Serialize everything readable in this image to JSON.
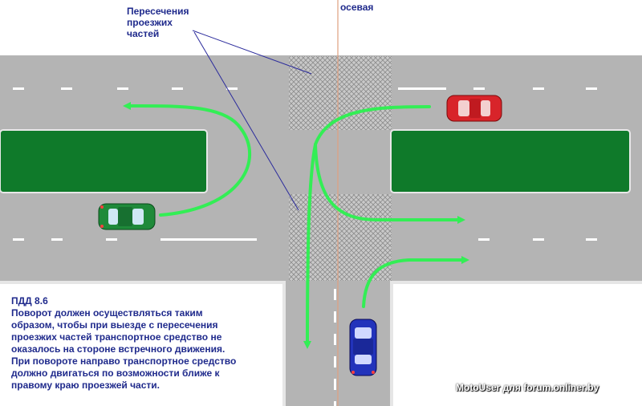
{
  "labels": {
    "axis": "осевая",
    "intersections": [
      "Пересечения",
      "проезжих",
      "частей"
    ]
  },
  "rule": {
    "title": "ПДД 8.6",
    "lines": [
      "Поворот должен осуществляться таким",
      "образом, чтобы при выезде с пересечения",
      "проезжих частей транспортное средство не",
      "оказалось на стороне встречного движения.",
      "При повороте направо транспортное средство",
      "должно двигаться по возможности ближе к",
      "правому краю проезжей части."
    ]
  },
  "watermark": "MotoUser для forum.onliner.by",
  "colors": {
    "road": "#b4b4b4",
    "median": "#0f7a2a",
    "arrow": "#33ee55",
    "hatch": "#8c8c8c",
    "axis_line": "#e0a080",
    "pointer_line": "#2b2b9c",
    "text": "#1f2a8c",
    "car_red": "#d8242a",
    "car_green": "#1f8a3a",
    "car_blue": "#2233bb"
  }
}
